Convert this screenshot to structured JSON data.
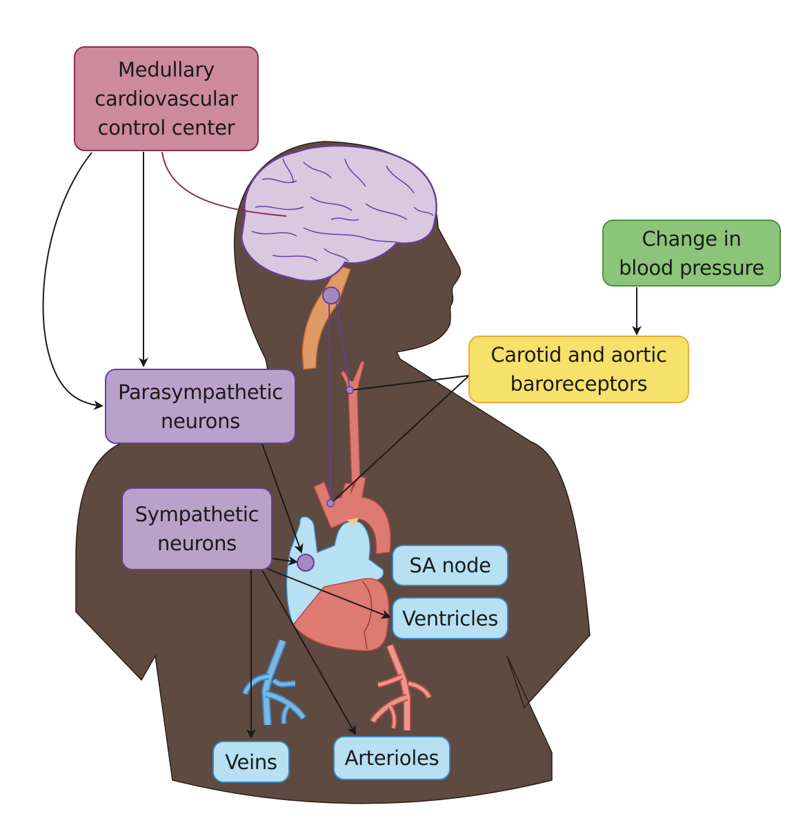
{
  "diagram": {
    "title": "Baroreceptor reflex control of blood pressure",
    "nodes": {
      "medullary": {
        "label": "Medullary\ncardiovascular\ncontrol center",
        "color": "#cd8a9e"
      },
      "change": {
        "label": "Change in\nblood pressure",
        "color": "#8cc57a"
      },
      "baroreceptors": {
        "label": "Carotid and aortic\nbaroreceptors",
        "color": "#f6e16a"
      },
      "parasympathetic": {
        "label": "Parasympathetic\nneurons",
        "color": "#baa1ca"
      },
      "sympathetic": {
        "label": "Sympathetic\nneurons",
        "color": "#baa1ca"
      },
      "sa_node": {
        "label": "SA node",
        "color": "#b7e0f2"
      },
      "ventricles": {
        "label": "Ventricles",
        "color": "#b7e0f2"
      },
      "veins": {
        "label": "Veins",
        "color": "#b7e0f2"
      },
      "arterioles": {
        "label": "Arterioles",
        "color": "#b7e0f2"
      }
    },
    "edges": [
      {
        "from": "change",
        "to": "baroreceptors"
      },
      {
        "from": "baroreceptors",
        "to": "carotid-sinus",
        "type": "line"
      },
      {
        "from": "baroreceptors",
        "to": "aortic-arch",
        "type": "line"
      },
      {
        "from": "medullary",
        "to": "brain-medulla",
        "type": "pointer"
      },
      {
        "from": "medullary",
        "to": "parasympathetic"
      },
      {
        "from": "medullary",
        "to": "parasympathetic",
        "type": "curved"
      },
      {
        "from": "parasympathetic",
        "to": "sa_node"
      },
      {
        "from": "sympathetic",
        "to": "sa_node"
      },
      {
        "from": "sympathetic",
        "to": "ventricles"
      },
      {
        "from": "sympathetic",
        "to": "veins"
      },
      {
        "from": "sympathetic",
        "to": "arterioles"
      }
    ],
    "colors": {
      "body": "#5e4a41",
      "brain": "#d9c8e0",
      "brain_outline": "#6a3d9a",
      "spinal": "#e09a65",
      "artery": "#dd7a72",
      "vein": "#7db6de",
      "heart_blue": "#b7e0f2",
      "node_purple": "#a489c0",
      "arrow": "#1a1a1a"
    }
  }
}
